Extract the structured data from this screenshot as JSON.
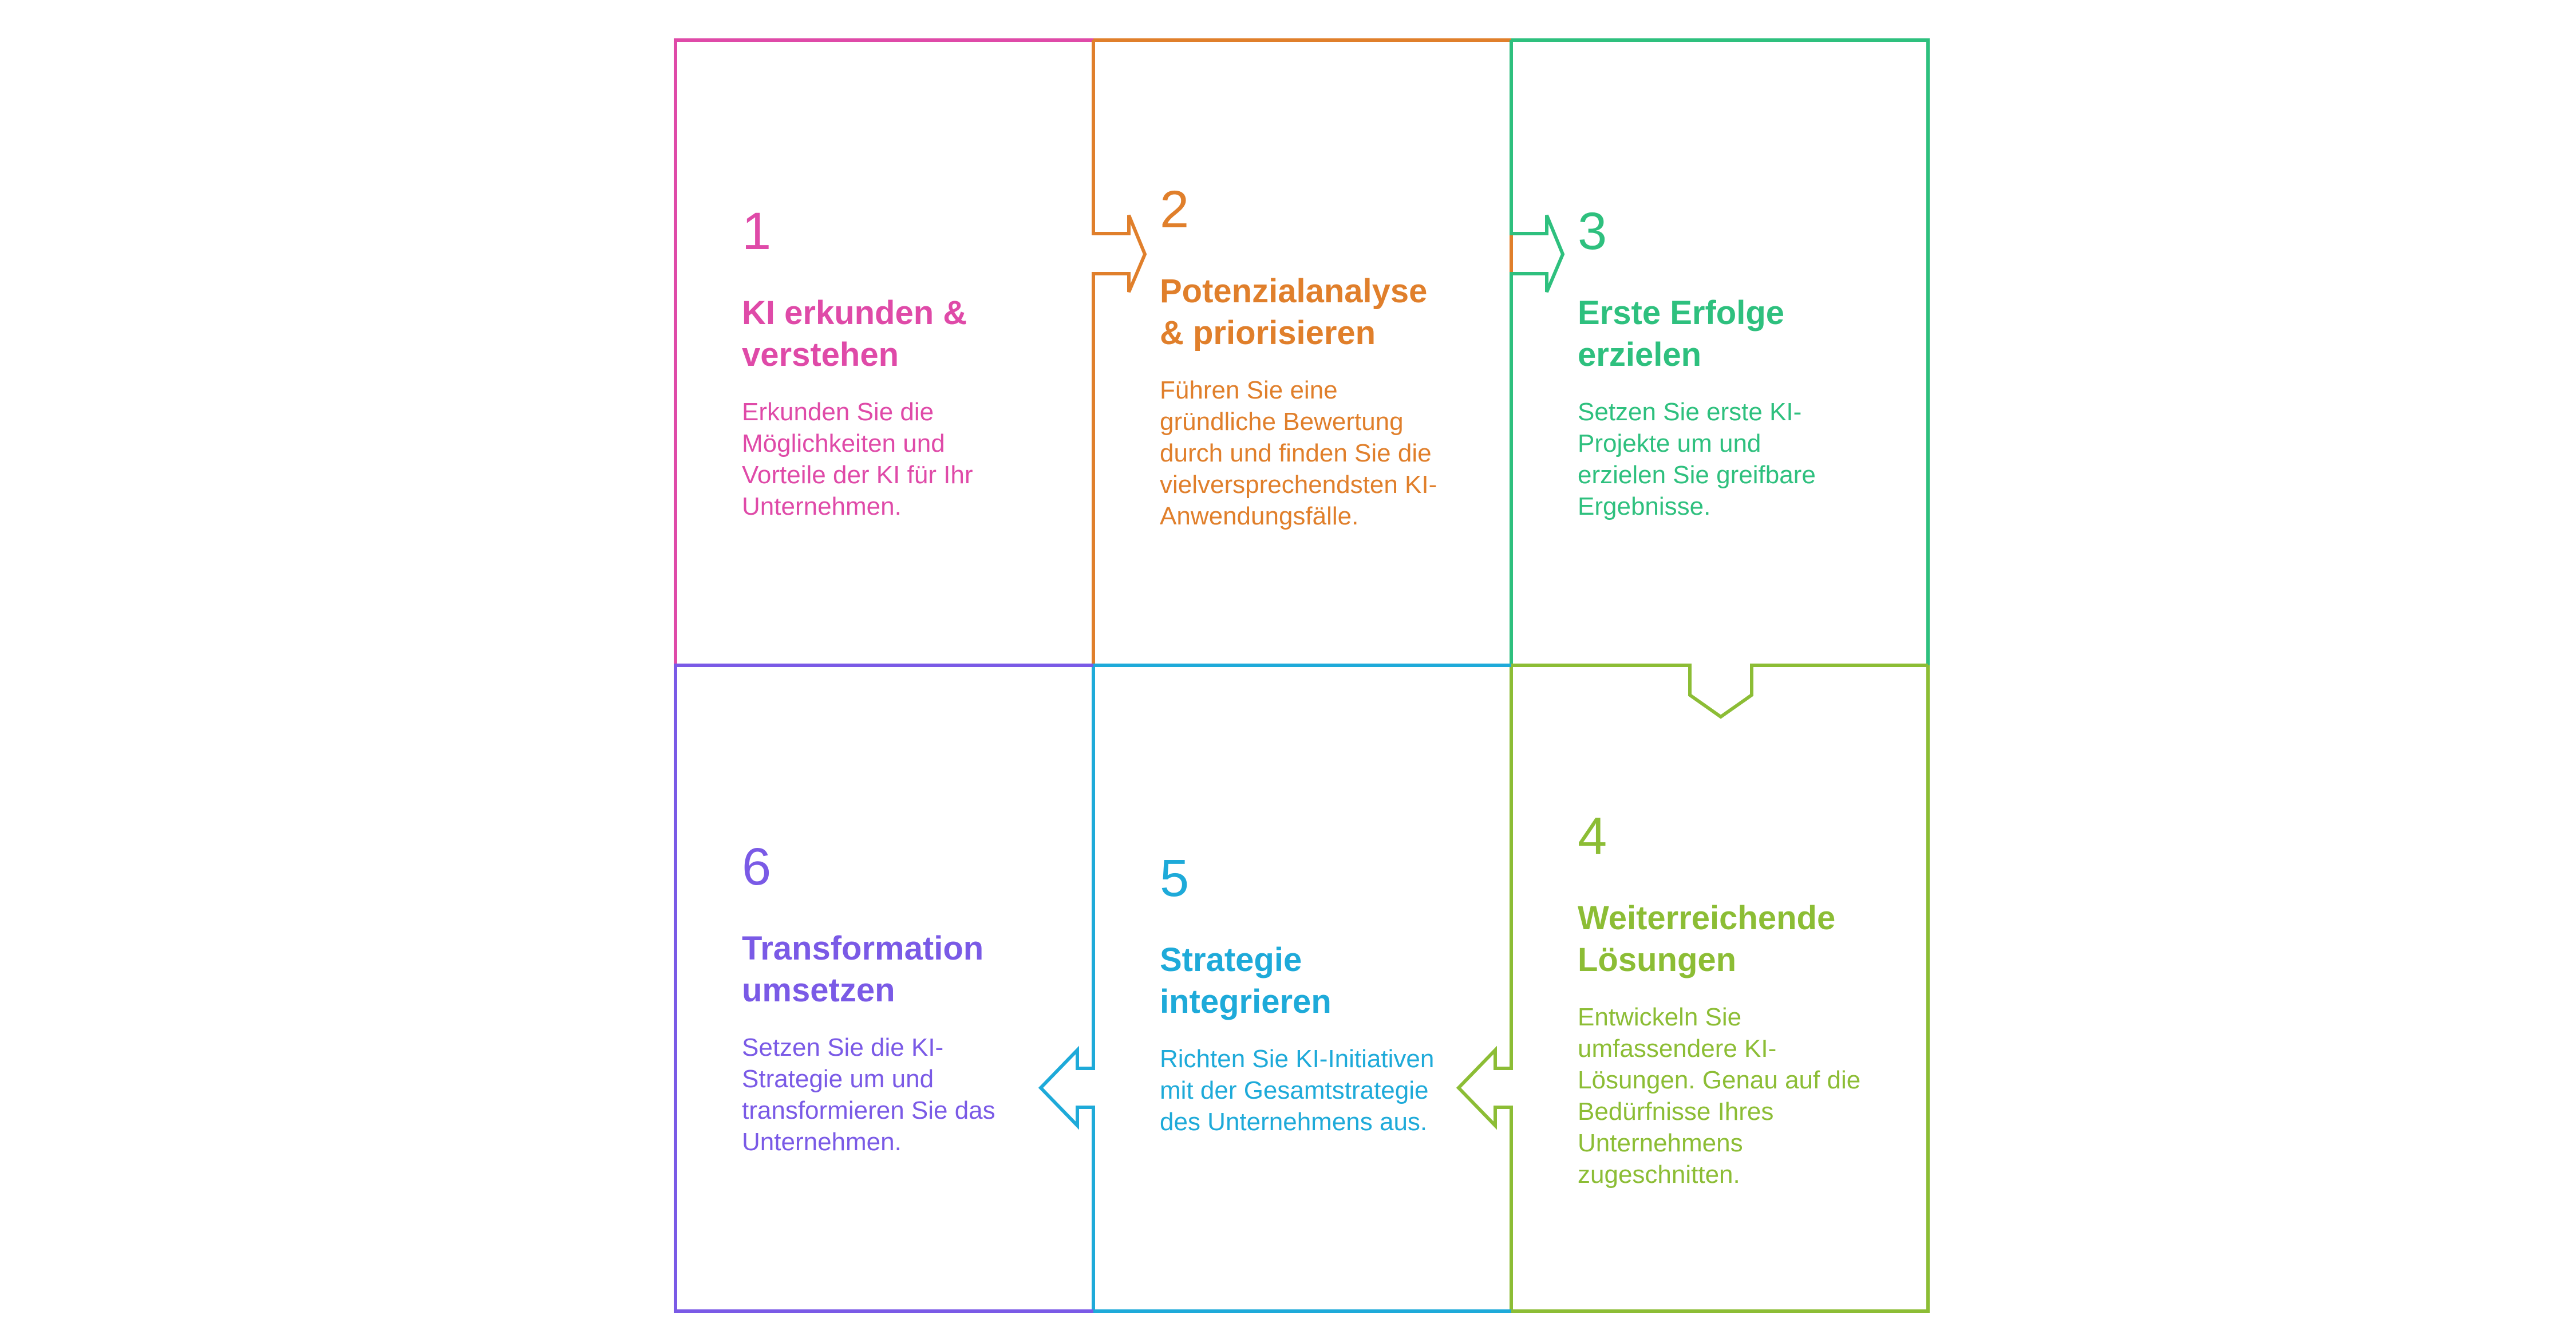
{
  "colors": {
    "step1": "#df4aa8",
    "step2": "#e07f2b",
    "step3": "#2ec07e",
    "step4": "#8cbd35",
    "step5": "#1eaad9",
    "step6": "#7a5ae6"
  },
  "steps": [
    {
      "number": "1",
      "title": "KI erkunden & verstehen",
      "description": "Erkunden Sie die Möglichkeiten und Vorteile der KI für Ihr Unternehmen."
    },
    {
      "number": "2",
      "title": "Potenzialanalyse & priorisieren",
      "description": "Führen Sie eine gründliche Bewertung durch und finden Sie die vielversprechendsten KI-Anwendungsfälle."
    },
    {
      "number": "3",
      "title": "Erste Erfolge erzielen",
      "description": "Setzen Sie erste KI-Projekte um und erzielen Sie greifbare Ergebnisse."
    },
    {
      "number": "4",
      "title": "Weiterreichende Lösungen",
      "description": "Entwickeln Sie umfassendere KI-Lösungen. Genau auf die Bedürfnisse Ihres Unternehmens zugeschnitten."
    },
    {
      "number": "5",
      "title": "Strategie integrieren",
      "description": "Richten Sie KI-Initiativen mit der Gesamtstrategie des Unternehmens aus."
    },
    {
      "number": "6",
      "title": "Transformation umsetzen",
      "description": "Setzen Sie die KI-Strategie um und transformieren Sie das Unternehmen."
    }
  ]
}
